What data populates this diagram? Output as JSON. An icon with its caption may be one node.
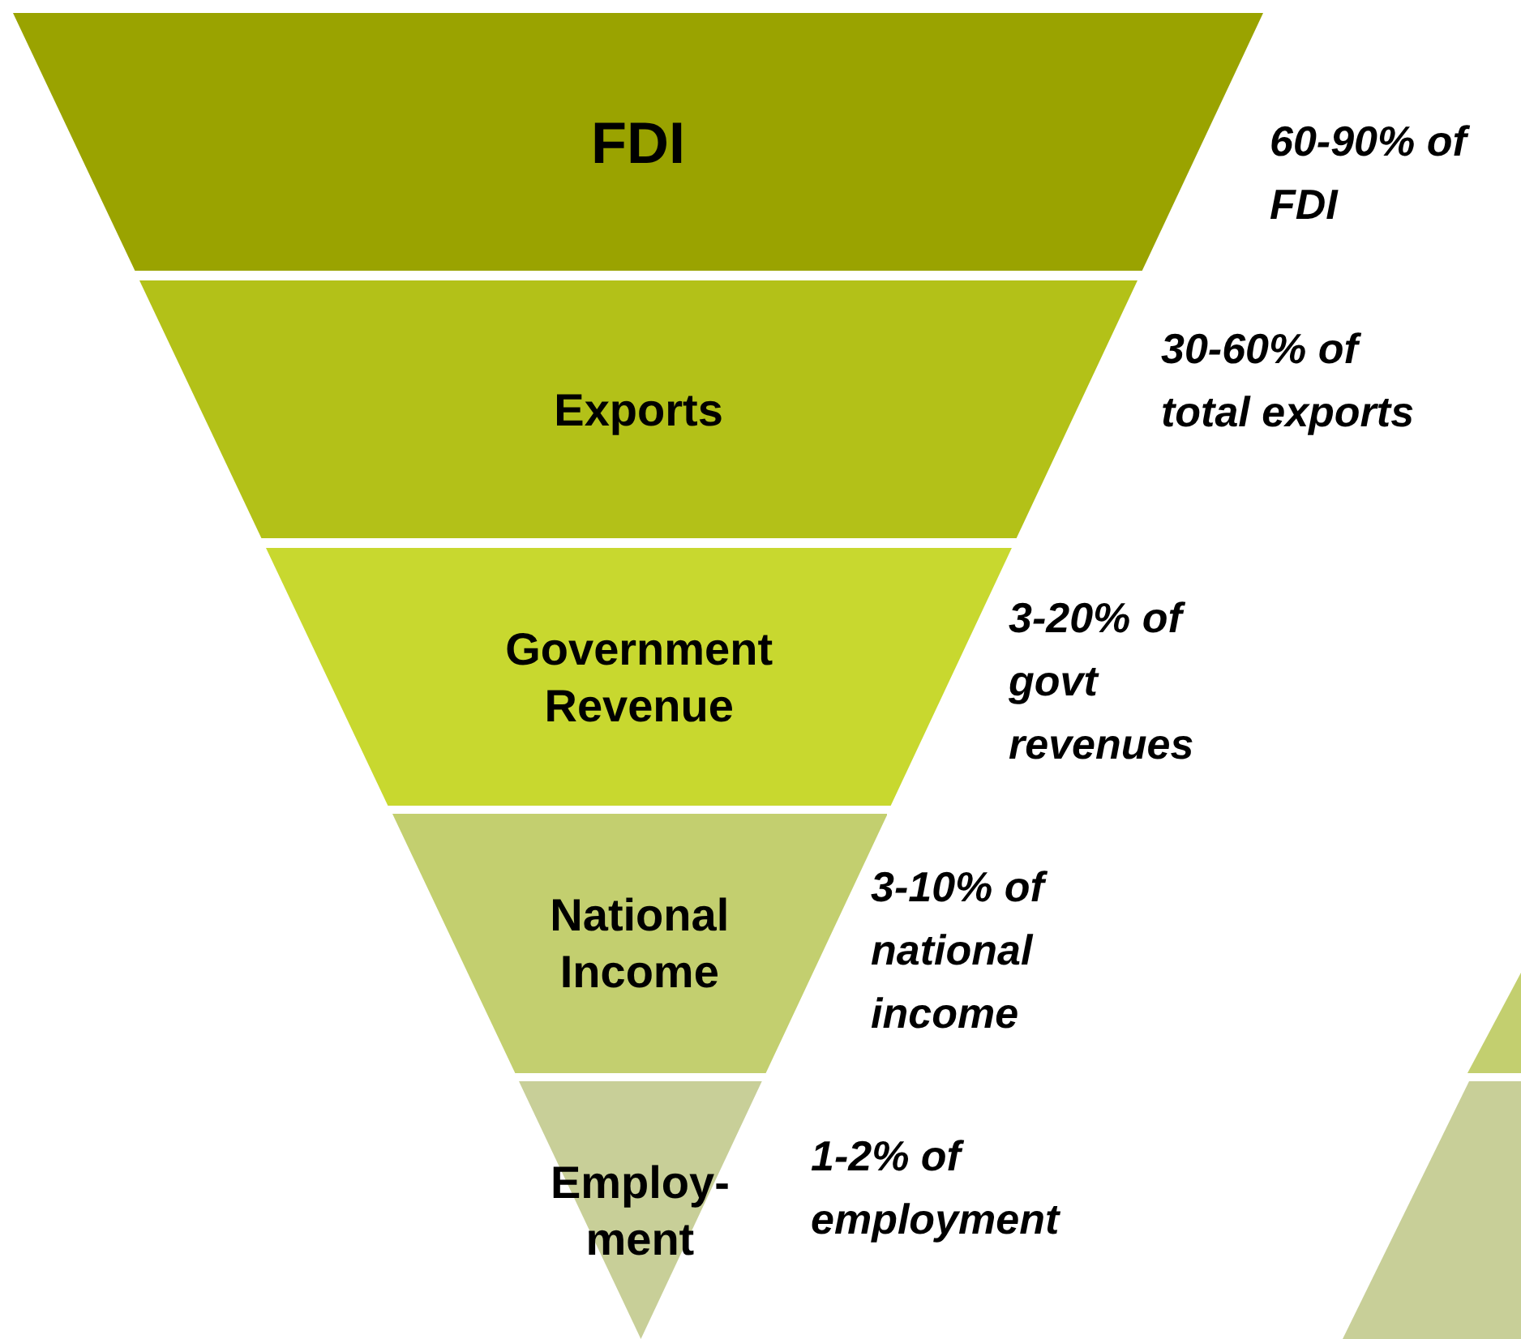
{
  "diagram": {
    "nodes": [
      {
        "text": [
          "FDI"
        ],
        "beside": [
          "60-90% of FDI"
        ]
      },
      {
        "text": [
          "Exports"
        ],
        "beside": [
          "30-60% of total exports"
        ]
      },
      {
        "text": [
          "Government Revenue"
        ],
        "beside": [
          "3-20% of govt revenues"
        ]
      },
      {
        "text": [
          "National Income"
        ],
        "beside": [
          "3-10% of national income"
        ]
      },
      {
        "text": [
          "Employ- ment"
        ],
        "beside": [
          "1-2% of employment"
        ]
      }
    ]
  }
}
